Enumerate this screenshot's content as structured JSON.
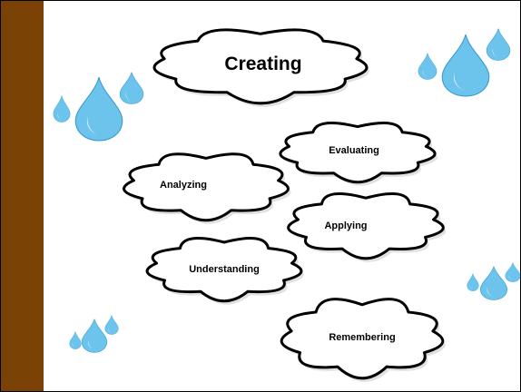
{
  "colors": {
    "sidebar": "#7a4204",
    "drop_fill": "#6cc4ec",
    "drop_edge": "#3b9bd3",
    "cloud_fill": "#ffffff",
    "cloud_stroke": "#000000"
  },
  "clouds": {
    "creating": "Creating",
    "evaluating": "Evaluating",
    "analyzing": "Analyzing",
    "applying": "Applying",
    "understanding": "Understanding",
    "remembering": "Remembering"
  },
  "icons": {
    "cloud": "cloud-icon",
    "drop": "water-drop-icon"
  }
}
